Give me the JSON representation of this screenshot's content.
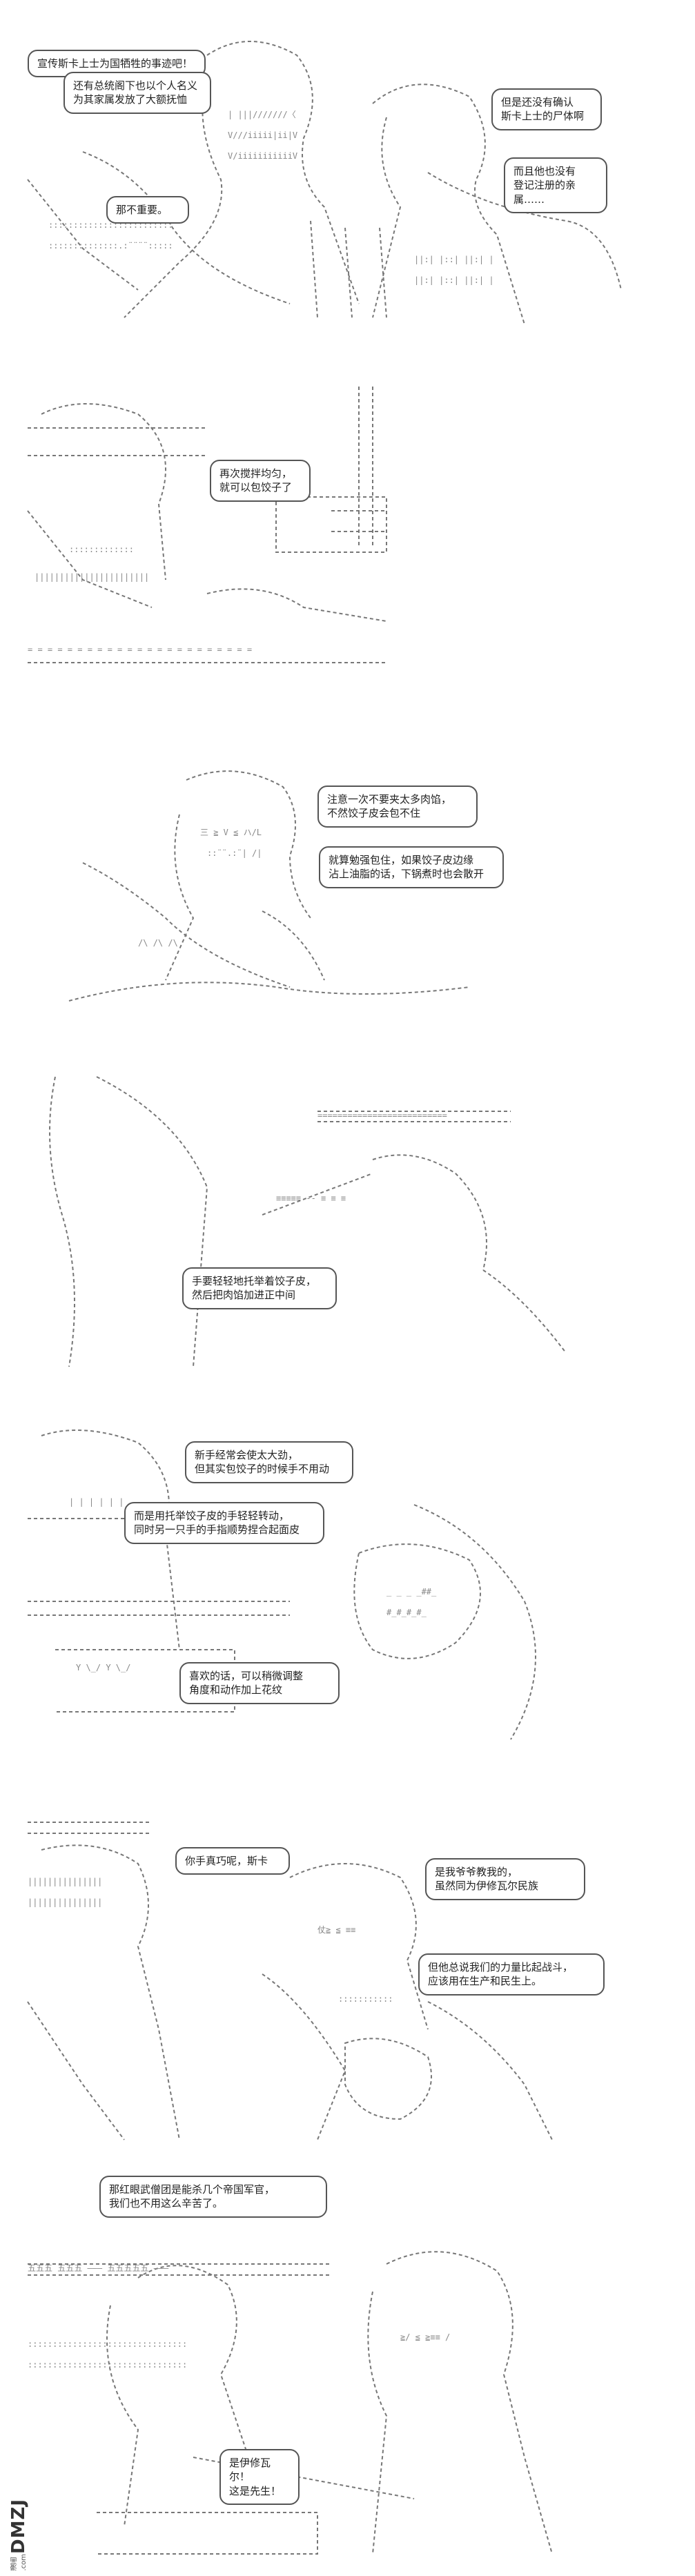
{
  "panels": [
    {
      "bubbles": [
        "宣传斯卡上士为国牺牲的事迹吧！",
        "还有总统阁下也以个人名义\n为其家属发放了大额抚恤",
        "但是还没有确认\n斯卡上士的尸体啊",
        "而且他也没有\n登记注册的亲属……",
        "那不重要。"
      ]
    },
    {
      "bubbles": [
        "再次搅拌均匀，\n就可以包饺子了"
      ]
    },
    {
      "bubbles": [
        "注意一次不要夹太多肉馅，\n不然饺子皮会包不住",
        "就算勉强包住，如果饺子皮边缘\n沾上油脂的话，下锅煮时也会散开"
      ]
    },
    {
      "bubbles": [
        "手要轻轻地托举着饺子皮，\n然后把肉馅加进正中间"
      ]
    },
    {
      "bubbles": [
        "新手经常会使太大劲，\n但其实包饺子的时候手不用动",
        "而是用托举饺子皮的手轻轻转动，\n同时另一只手的手指顺势捏合起面皮",
        "喜欢的话，可以稍微调整\n角度和动作加上花纹"
      ]
    },
    {
      "bubbles": [
        "你手真巧呢，斯卡",
        "是我爷爷教我的，\n虽然同为伊修瓦尔民族",
        "但他总说我们的力量比起战斗，\n应该用在生产和民生上。"
      ]
    },
    {
      "bubbles": [
        "那红眼武僧团是能杀几个帝国军官，\n我们也不用这么辛苦了。",
        "是伊修瓦尔！\n这是先生！"
      ]
    }
  ],
  "watermark": {
    "mark": "DMZJ",
    "sub": "漫画 .com"
  },
  "colors": {
    "ink": "#555555",
    "paper": "#ffffff"
  }
}
